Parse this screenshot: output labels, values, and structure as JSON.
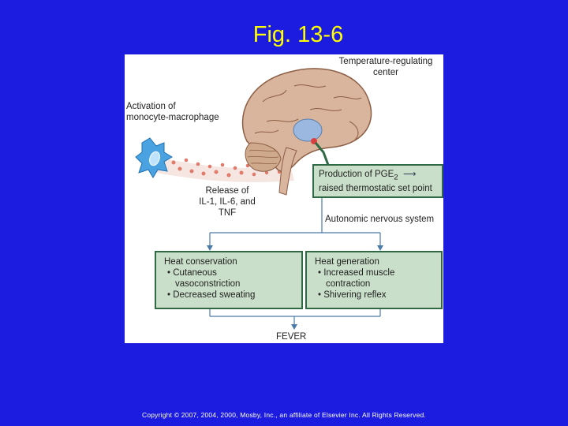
{
  "slide": {
    "title": "Fig. 13-6",
    "copyright": "Copyright © 2007, 2004, 2000, Mosby, Inc., an affiliate of Elsevier Inc. All Rights Reserved."
  },
  "figure": {
    "temperature_center_label": "Temperature-regulating center",
    "activation_label_line1": "Activation of",
    "activation_label_line2": "monocyte-macrophage",
    "release_line1": "Release of",
    "release_line2": "IL-1, IL-6, and",
    "release_line3": "TNF",
    "pge_line1": "Production of PGE",
    "pge_subscript": "2",
    "pge_line2": "raised thermostatic set point",
    "autonomic_label": "Autonomic nervous system",
    "heat_conservation": {
      "heading": "Heat conservation",
      "item1_line1": "• Cutaneous",
      "item1_line2": "vasoconstriction",
      "item2": "• Decreased sweating"
    },
    "heat_generation": {
      "heading": "Heat generation",
      "item1_line1": "• Increased muscle",
      "item1_line2": "contraction",
      "item2": "• Shivering reflex"
    },
    "fever_label": "FEVER"
  },
  "colors": {
    "background": "#1c1ce0",
    "title": "#ffff00",
    "box_fill": "#c9dfc9",
    "box_border": "#2f6a45",
    "arrow": "#4a7aa8",
    "brain": "#d8b59c",
    "brain_stroke": "#8c5e45",
    "macrophage": "#4aa3e0",
    "particles": "#e07a6a"
  }
}
